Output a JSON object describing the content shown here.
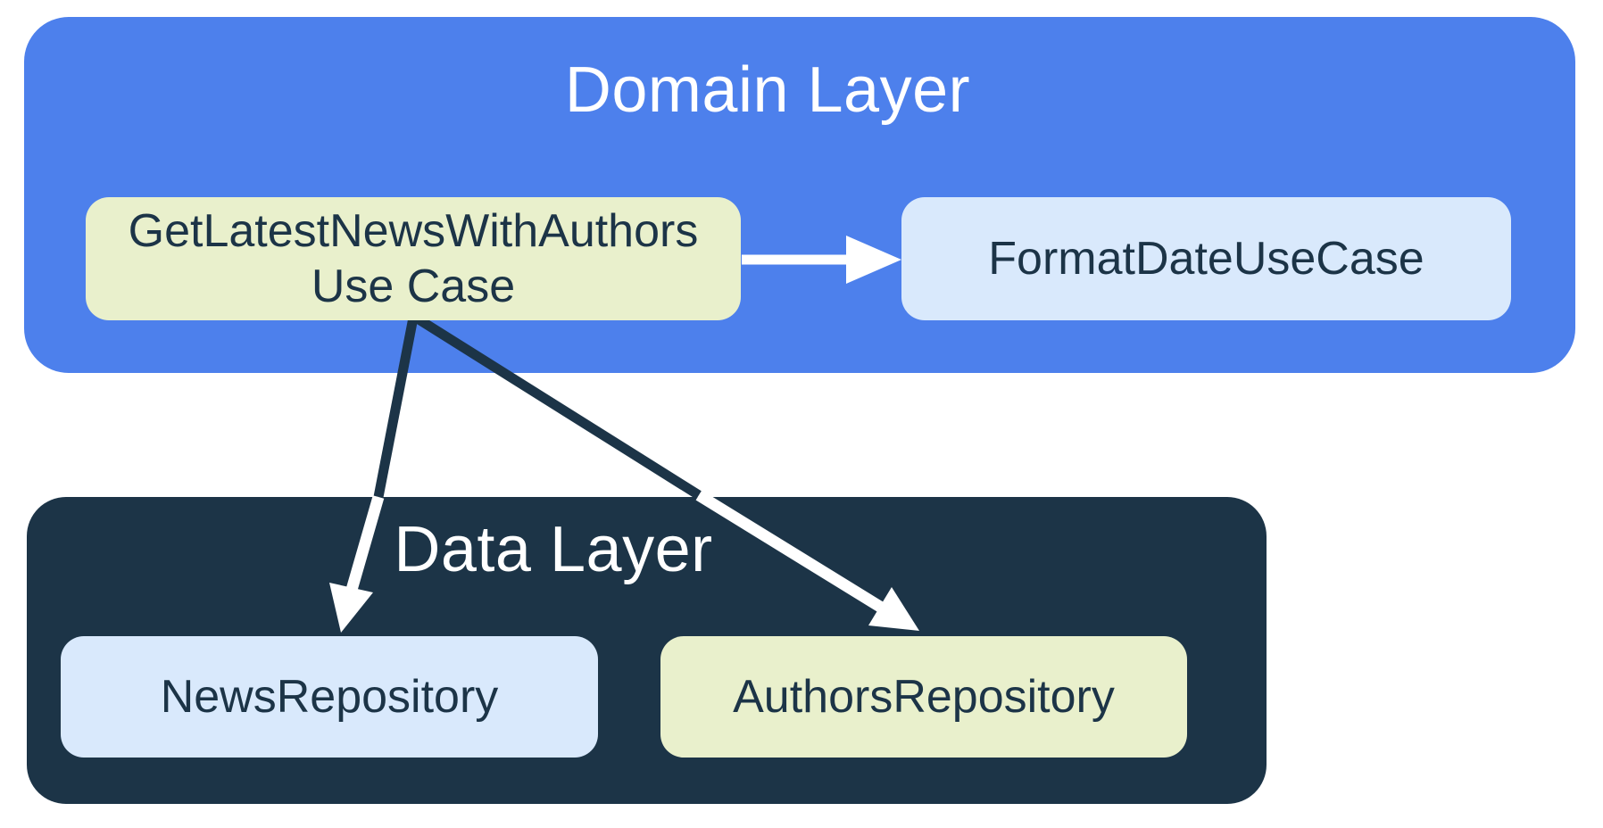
{
  "colors": {
    "domain_blue": "#4d80ec",
    "navy": "#1c3447",
    "pale_green": "#e9f0cc",
    "pale_blue": "#d9e9fc",
    "title_white": "#ffffff",
    "arrow_white": "#ffffff"
  },
  "diagram": {
    "domain_layer": {
      "title": "Domain Layer",
      "nodes": [
        {
          "id": "get-latest-news-use-case",
          "label_line1": "GetLatestNewsWithAuthors",
          "label_line2": "Use Case"
        },
        {
          "id": "format-date-use-case",
          "label": "FormatDateUseCase"
        }
      ]
    },
    "data_layer": {
      "title": "Data Layer",
      "nodes": [
        {
          "id": "news-repository",
          "label": "NewsRepository"
        },
        {
          "id": "authors-repository",
          "label": "AuthorsRepository"
        }
      ]
    },
    "connectors": [
      {
        "from": "GetLatestNewsWithAuthors Use Case",
        "to": "FormatDateUseCase"
      },
      {
        "from": "GetLatestNewsWithAuthors Use Case",
        "to": "NewsRepository"
      },
      {
        "from": "GetLatestNewsWithAuthors Use Case",
        "to": "AuthorsRepository"
      }
    ]
  }
}
